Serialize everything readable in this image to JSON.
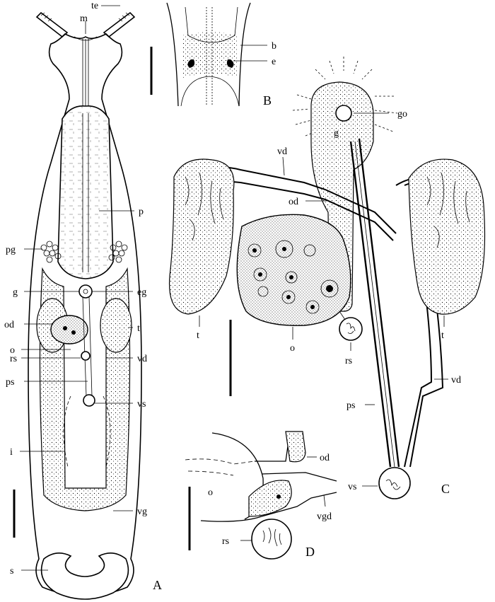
{
  "panels": {
    "A": "A",
    "B": "B",
    "C": "C",
    "D": "D"
  },
  "labels_A": {
    "te": "te",
    "m": "m",
    "p": "p",
    "pg": "pg",
    "g": "g",
    "eg": "eg",
    "od": "od",
    "t": "t",
    "o": "o",
    "rs": "rs",
    "vd": "vd",
    "ps": "ps",
    "vs": "vs",
    "i": "i",
    "vg": "vg",
    "s": "s"
  },
  "labels_B": {
    "b": "b",
    "e": "e"
  },
  "labels_C": {
    "go": "go",
    "g": "g",
    "vd_top": "vd",
    "od": "od",
    "t_left": "t",
    "t_right": "t",
    "o": "o",
    "rs": "rs",
    "vd_right": "vd",
    "ps": "ps",
    "vs": "vs"
  },
  "labels_D": {
    "od": "od",
    "o": "o",
    "rs": "rs",
    "vgd": "vgd"
  },
  "icons": [
    "scale-bar-A",
    "scale-bar-B",
    "scale-bar-C",
    "scale-bar-D"
  ]
}
